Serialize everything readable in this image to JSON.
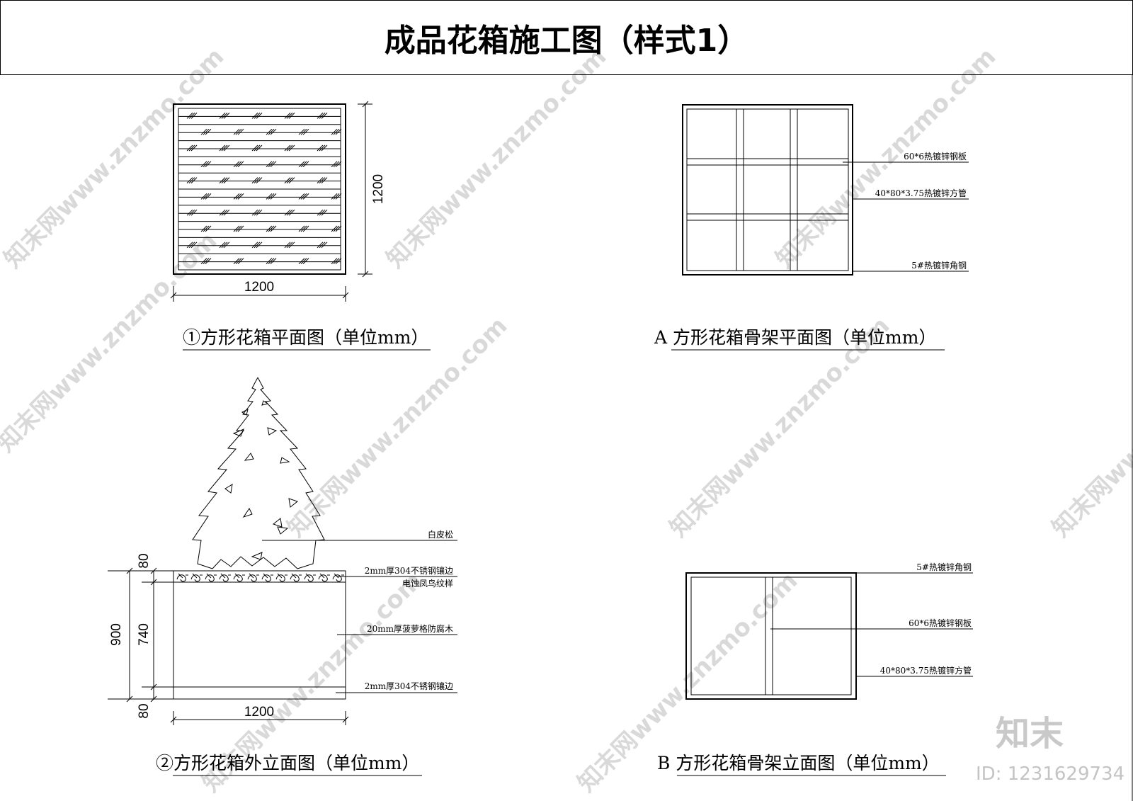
{
  "title": "成品花箱施工图（样式1）",
  "views": {
    "plan": {
      "caption": "①方形花箱平面图（单位mm）",
      "dim_width": "1200",
      "dim_height": "1200"
    },
    "frame_plan": {
      "caption": "A  方形花箱骨架平面图（单位mm）",
      "labels": [
        "60*6热镀锌钢板",
        "40*80*3.75热镀锌方管",
        "5#热镀锌角钢"
      ]
    },
    "elevation": {
      "caption": "②方形花箱外立面图（单位mm）",
      "dim_width": "1200",
      "dim_total": "900",
      "dim_top": "80",
      "dim_mid": "740",
      "dim_bottom": "80",
      "labels": [
        "白皮松",
        "2mm厚304不锈钢镶边",
        "电蚀凤鸟纹样",
        "20mm厚菠萝格防腐木",
        "2mm厚304不锈钢镶边"
      ]
    },
    "frame_elevation": {
      "caption": "B  方形花箱骨架立面图（单位mm）",
      "labels": [
        "5#热镀锌角钢",
        "60*6热镀锌钢板",
        "40*80*3.75热镀锌方管"
      ]
    }
  },
  "watermark": {
    "text": "知末网www.znzmo.com",
    "brand": "知末",
    "id": "ID: 1231629734"
  }
}
